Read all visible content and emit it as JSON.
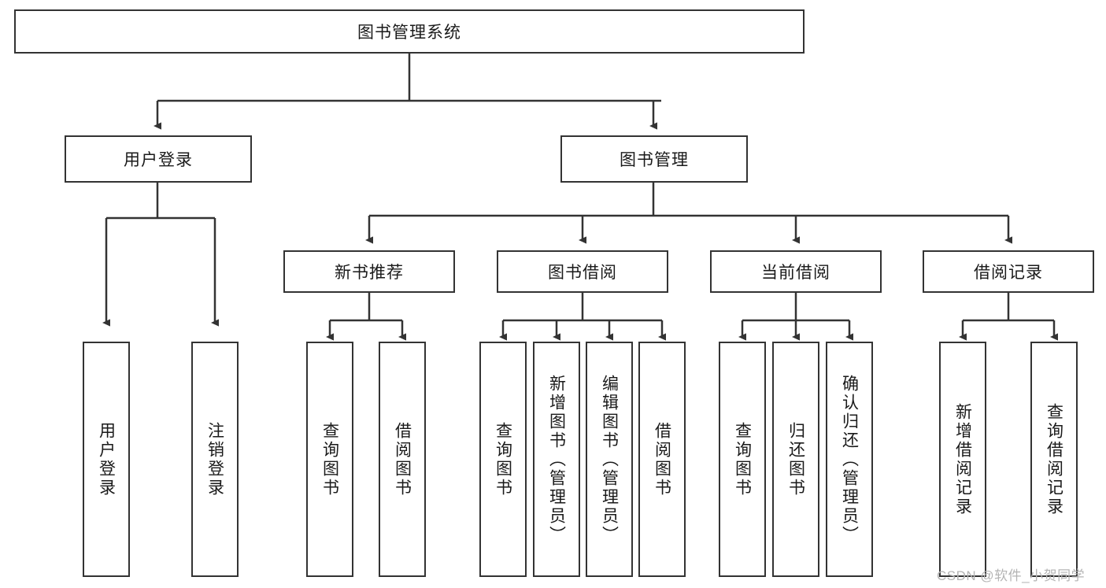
{
  "diagram": {
    "title_node": {
      "label": "图书管理系统"
    },
    "level2": [
      {
        "id": "user-login",
        "label": "用户登录"
      },
      {
        "id": "book-manage",
        "label": "图书管理"
      }
    ],
    "level3": [
      {
        "id": "new-book-recommend",
        "label": "新书推荐"
      },
      {
        "id": "book-borrow",
        "label": "图书借阅"
      },
      {
        "id": "current-borrow",
        "label": "当前借阅"
      },
      {
        "id": "borrow-record",
        "label": "借阅记录"
      }
    ],
    "leaves": {
      "user_login": [
        {
          "id": "leaf-user-login",
          "label": "用户登录"
        },
        {
          "id": "leaf-logout-login",
          "label": "注销登录"
        }
      ],
      "new_book_recommend": [
        {
          "id": "leaf-query-book-1",
          "label": "查询图书"
        },
        {
          "id": "leaf-borrow-book-1",
          "label": "借阅图书"
        }
      ],
      "book_borrow": [
        {
          "id": "leaf-query-book-2",
          "label": "查询图书"
        },
        {
          "id": "leaf-add-book",
          "label": "新增图书（管理员）"
        },
        {
          "id": "leaf-edit-book",
          "label": "编辑图书（管理员）"
        },
        {
          "id": "leaf-borrow-book-2",
          "label": "借阅图书"
        }
      ],
      "current_borrow": [
        {
          "id": "leaf-query-book-3",
          "label": "查询图书"
        },
        {
          "id": "leaf-return-book",
          "label": "归还图书"
        },
        {
          "id": "leaf-confirm-return",
          "label": "确认归还（管理员）"
        }
      ],
      "borrow_record": [
        {
          "id": "leaf-add-record",
          "label": "新增借阅记录"
        },
        {
          "id": "leaf-query-record",
          "label": "查询借阅记录"
        }
      ]
    }
  },
  "watermark": {
    "text": "CSDN @软件_小贺同学"
  },
  "colors": {
    "stroke": "#333333",
    "background": "#ffffff",
    "text": "#1a1a1a",
    "watermark": "#b4b4b4"
  }
}
